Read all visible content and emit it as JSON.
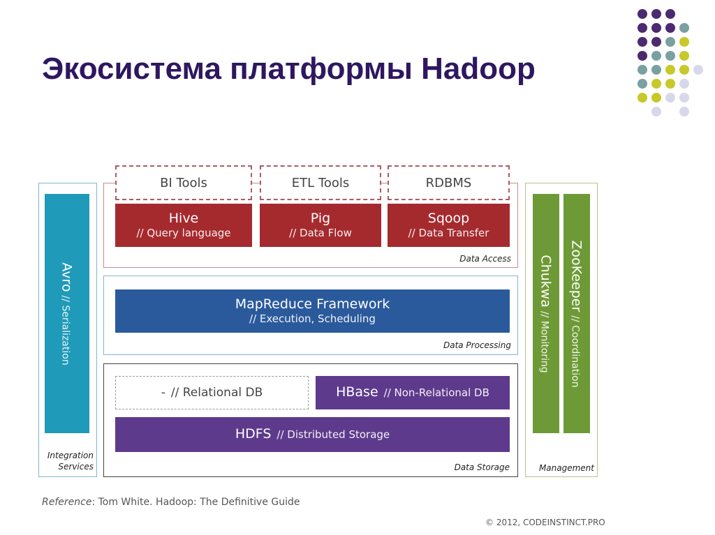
{
  "title": "Экосистема платформы Hadoop",
  "diagram": {
    "external_tools": [
      "BI  Tools",
      "ETL Tools",
      "RDBMS"
    ],
    "data_access": {
      "label": "Data Access",
      "blocks": [
        {
          "name": "Hive",
          "desc": "// Query language"
        },
        {
          "name": "Pig",
          "desc": "// Data Flow"
        },
        {
          "name": "Sqoop",
          "desc": "// Data Transfer"
        }
      ]
    },
    "data_processing": {
      "label": "Data Processing",
      "block": {
        "name": "MapReduce Framework",
        "desc": "// Execution, Scheduling"
      }
    },
    "data_storage": {
      "label": "Data Storage",
      "relational": {
        "name": "-",
        "desc": "// Relational DB"
      },
      "nonrelational": {
        "name": "HBase",
        "desc": "// Non-Relational DB"
      },
      "hdfs": {
        "name": "HDFS",
        "desc": "// Distributed Storage"
      }
    },
    "integration": {
      "label_line1": "Integration",
      "label_line2": "Services",
      "block": {
        "name": "Avro",
        "desc": "// Serialization"
      }
    },
    "management": {
      "label": "Management",
      "blocks": [
        {
          "name": "Chukwa",
          "desc": "// Monitoring"
        },
        {
          "name": "ZooKeeper",
          "desc": "// Coordination"
        }
      ]
    }
  },
  "reference": {
    "prefix": "Reference",
    "text": ": Tom White. Hadoop: The Definitive Guide"
  },
  "copyright": "© 2012, CODEINSTINCT.PRO",
  "colors": {
    "title": "#2e1760",
    "red": "#a52a2e",
    "blue": "#2b5a9c",
    "purple": "#5e3a8c",
    "teal": "#1f9ab8",
    "green": "#6d9a36"
  }
}
